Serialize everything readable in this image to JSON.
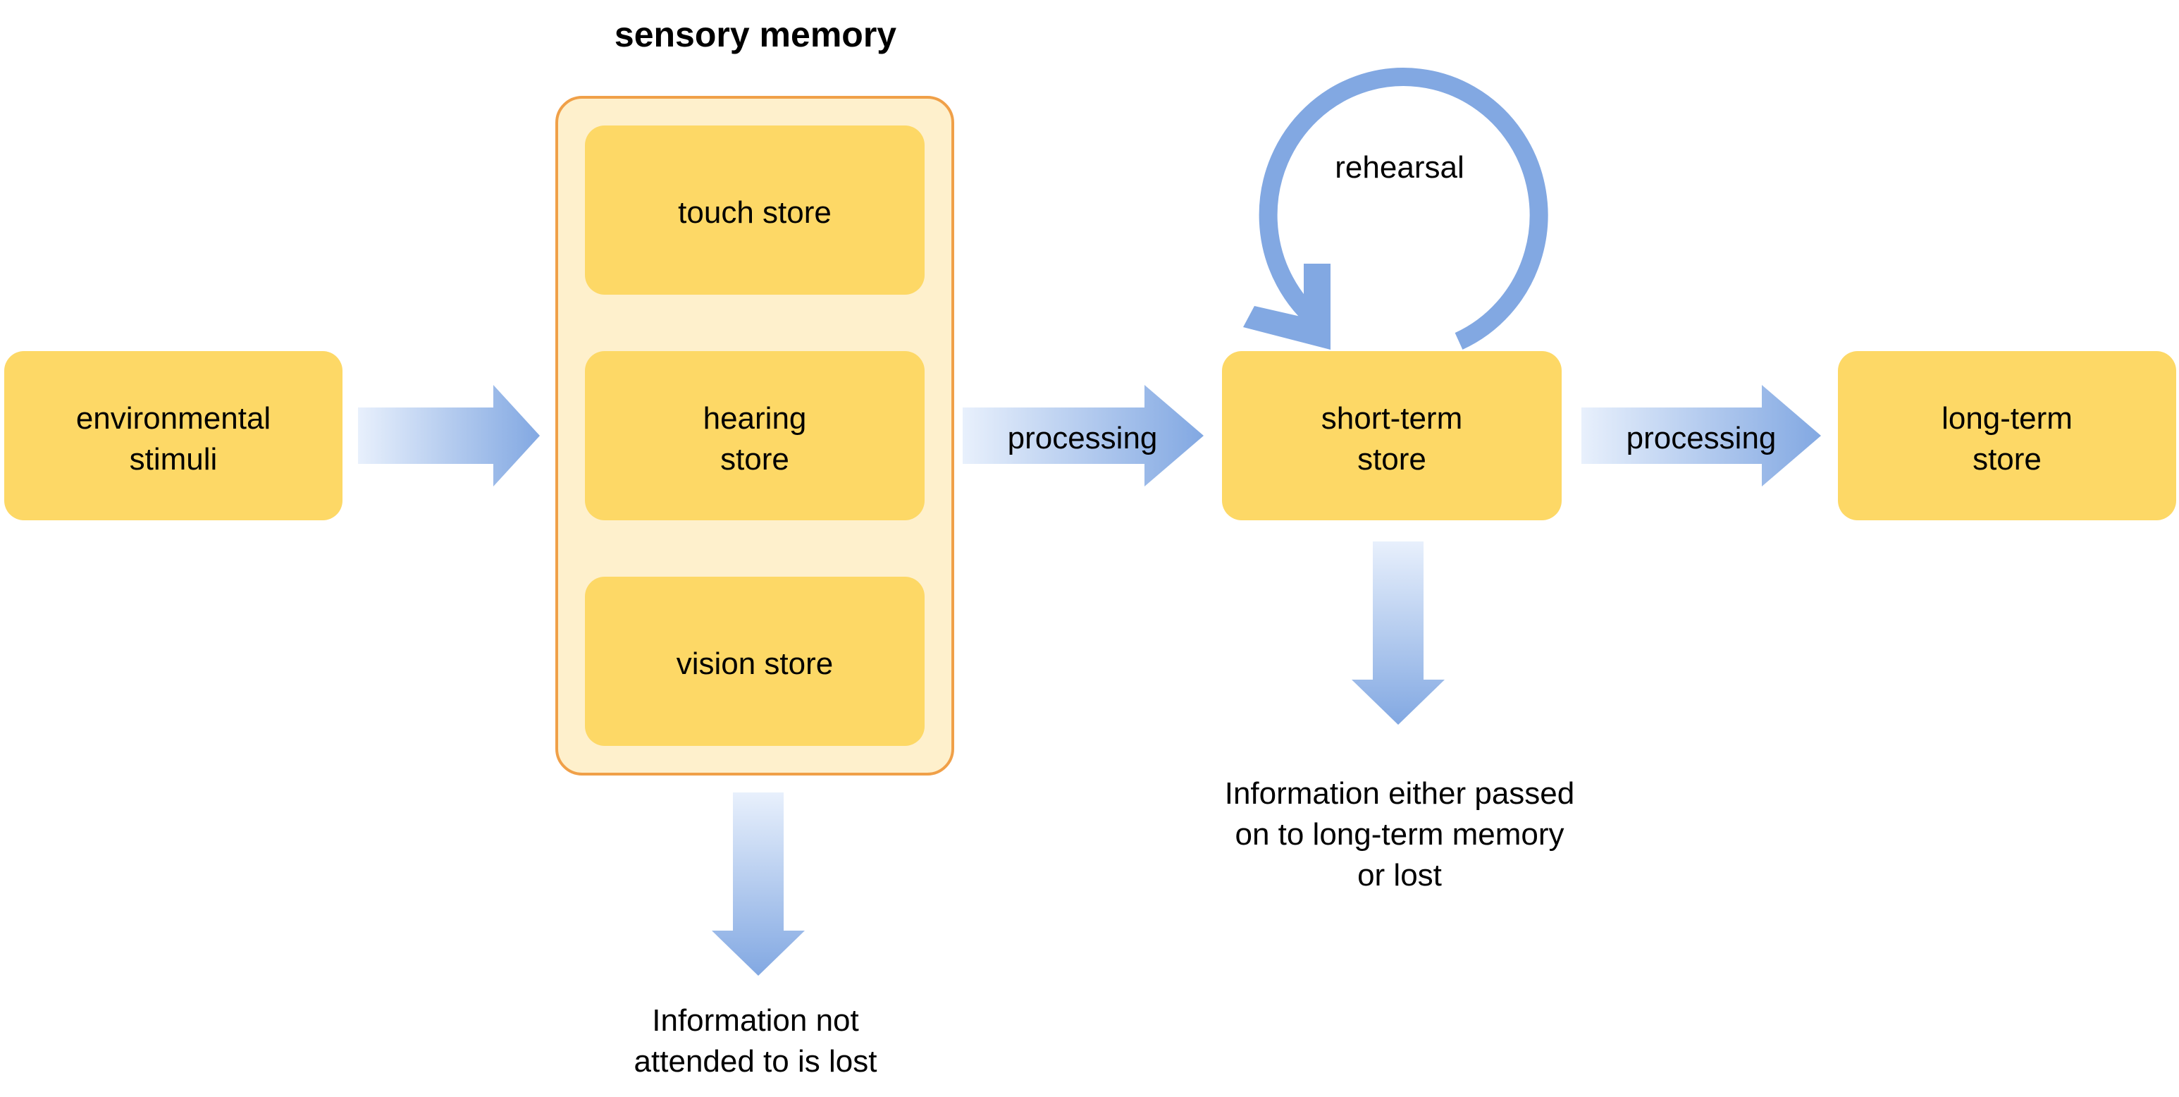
{
  "title": "sensory memory",
  "colors": {
    "box_fill": "#FDD866",
    "group_fill": "#FEF0CC",
    "group_stroke": "#F0A048",
    "arrow_blue": "#82A8E2",
    "arrow_light": "#E8F0FC",
    "text": "#000000"
  },
  "boxes": {
    "environmental_stimuli": [
      "environmental",
      "stimuli"
    ],
    "touch_store": [
      "touch store"
    ],
    "hearing_store": [
      "hearing",
      "store"
    ],
    "vision_store": [
      "vision store"
    ],
    "short_term_store": [
      "short-term",
      "store"
    ],
    "long_term_store": [
      "long-term",
      "store"
    ]
  },
  "labels": {
    "processing_1": "processing",
    "processing_2": "processing",
    "rehearsal": "rehearsal"
  },
  "notes": {
    "sensory_lost": [
      "Information not",
      "attended to is lost"
    ],
    "short_term_outcome": [
      "Information either passed",
      "on to long-term memory",
      "or lost"
    ]
  }
}
